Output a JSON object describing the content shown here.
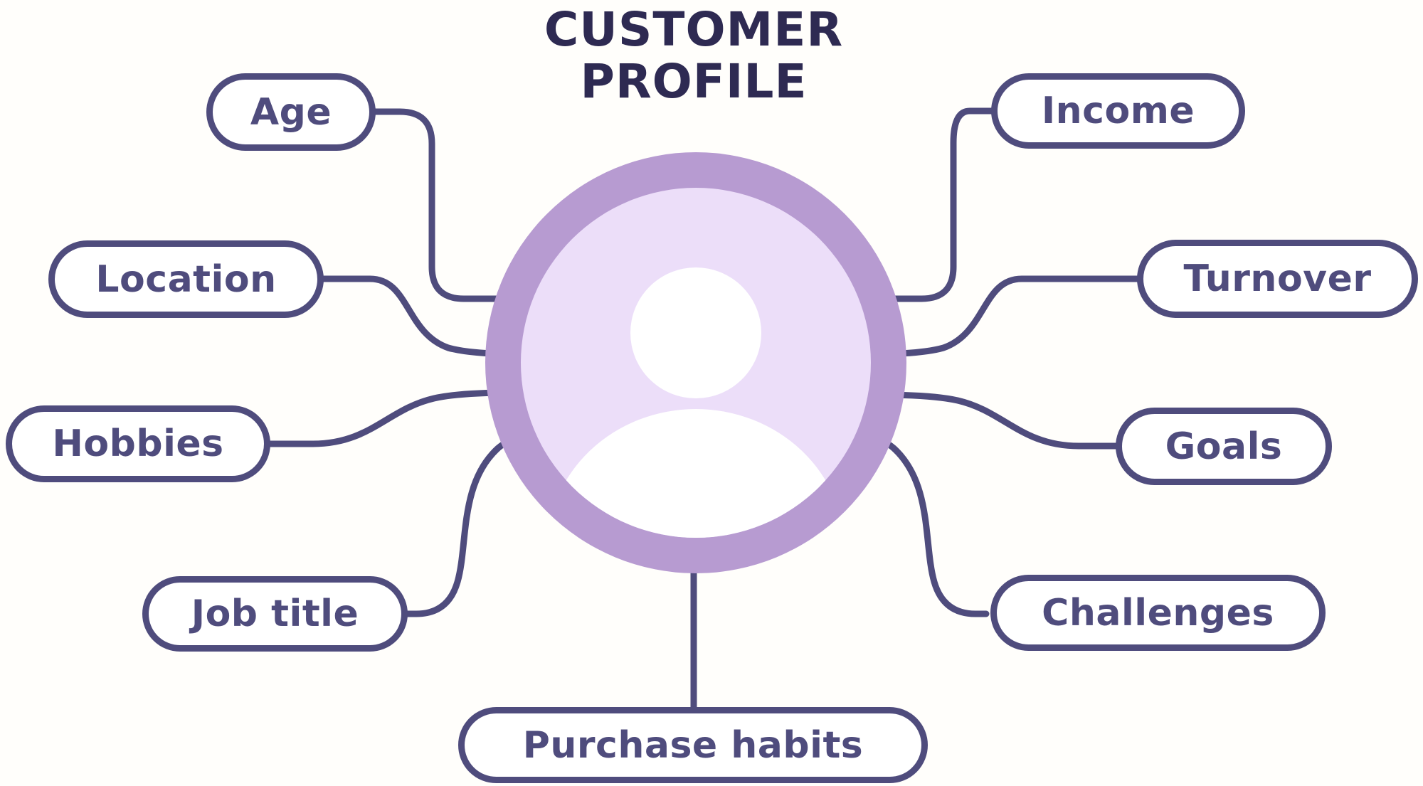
{
  "title": {
    "line1": "CUSTOMER",
    "line2": "PROFILE"
  },
  "center": {
    "icon": "person-avatar-icon"
  },
  "colors": {
    "background": "#fffefb",
    "title_text": "#2e2a52",
    "wire_and_border": "#4f4c7d",
    "ring_purple": "#b79bd1",
    "inner_lavender": "#ecdef9",
    "avatar_white": "#ffffff"
  },
  "nodes": {
    "age": {
      "label": "Age"
    },
    "location": {
      "label": "Location"
    },
    "hobbies": {
      "label": "Hobbies"
    },
    "job_title": {
      "label": "Job title"
    },
    "income": {
      "label": "Income"
    },
    "turnover": {
      "label": "Turnover"
    },
    "goals": {
      "label": "Goals"
    },
    "challenges": {
      "label": "Challenges"
    },
    "purchase_habits": {
      "label": "Purchase habits"
    }
  }
}
